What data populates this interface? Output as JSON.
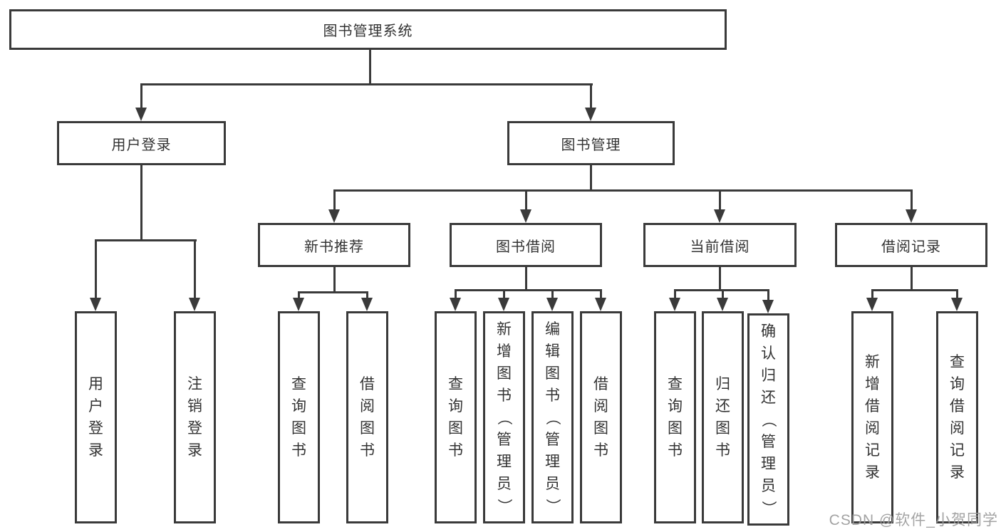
{
  "diagram_title": "图书管理系统",
  "colors": {
    "line": "#3a3a3a",
    "text": "#333333",
    "box_bg": "#ffffff",
    "watermark": "#9c9c9c"
  },
  "nodes": {
    "root": {
      "label": "图书管理系统"
    },
    "user_login": {
      "label": "用户登录"
    },
    "book_mgmt": {
      "label": "图书管理"
    },
    "new_book_rec": {
      "label": "新书推荐"
    },
    "book_borrow": {
      "label": "图书借阅"
    },
    "current_borrow": {
      "label": "当前借阅"
    },
    "borrow_records": {
      "label": "借阅记录"
    },
    "leaves": {
      "user_login": "用户登录",
      "logout": "注销登录",
      "rec_query_book": "查询图书",
      "rec_borrow_book": "借阅图书",
      "borrow_query_book": "查询图书",
      "borrow_add_book": "新增图书（管理员）",
      "borrow_edit_book": "编辑图书（管理员）",
      "borrow_borrow_book": "借阅图书",
      "cur_query_book": "查询图书",
      "cur_return_book": "归还图书",
      "cur_confirm_return": "确认归还（管理员）",
      "records_add": "新增借阅记录",
      "records_query": "查询借阅记录"
    }
  },
  "watermark": {
    "text": "CSDN @软件_小贺同学"
  }
}
